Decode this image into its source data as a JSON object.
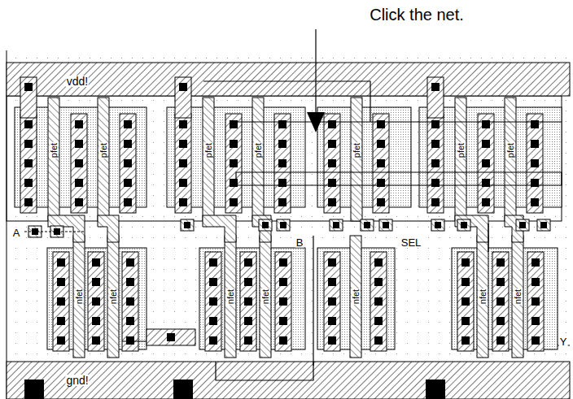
{
  "diagram": {
    "labels": [
      "Click the net.",
      "vdd!",
      "pfet",
      "pfet",
      "pfet",
      "pfet",
      "pfet",
      "pfet",
      "pfet",
      "A",
      "B",
      "SEL",
      "nfet",
      "nfet",
      "nfet",
      "nfet",
      "nfet",
      "nfet",
      "nfet",
      "Y",
      "gnd!"
    ]
  }
}
